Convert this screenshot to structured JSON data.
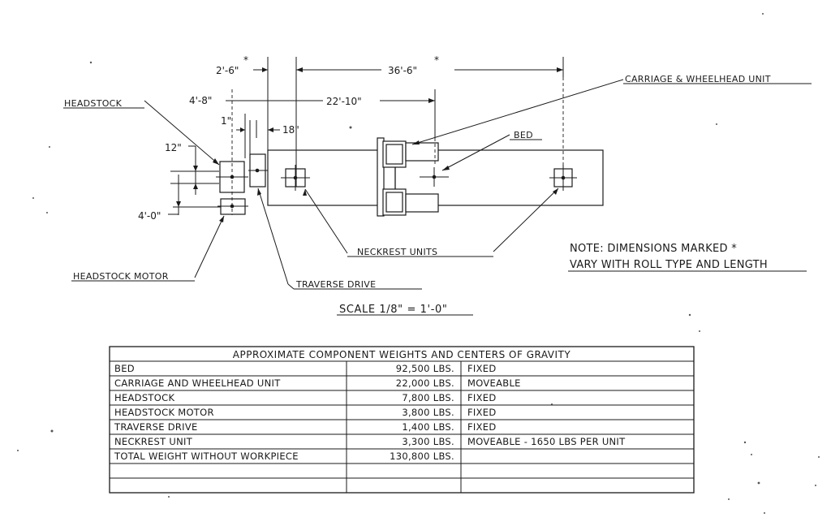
{
  "diagram": {
    "labels": {
      "headstock": "HEADSTOCK",
      "carriage": "CARRIAGE & WHEELHEAD UNIT",
      "bed": "BED",
      "neckrest": "NECKREST UNITS",
      "headstock_motor": "HEADSTOCK MOTOR",
      "traverse_drive": "TRAVERSE DRIVE"
    },
    "dimensions": {
      "d1": "2'-6\"",
      "d2": "36'-6\"",
      "d3": "4'-8\"",
      "d4": "22'-10\"",
      "d5": "1\"",
      "d6": "18\"",
      "d7": "12\"",
      "d8": "4'-0\"",
      "star": "*"
    },
    "note": {
      "line1": "NOTE: DIMENSIONS MARKED *",
      "line2": "VARY WITH ROLL TYPE AND LENGTH"
    },
    "scale": "SCALE 1/8\" = 1'-0\""
  },
  "table": {
    "title": "APPROXIMATE COMPONENT WEIGHTS AND CENTERS OF GRAVITY",
    "rows": [
      {
        "component": "BED",
        "weight": "92,500 LBS.",
        "remark": "FIXED"
      },
      {
        "component": "CARRIAGE AND WHEELHEAD UNIT",
        "weight": "22,000 LBS.",
        "remark": "MOVEABLE"
      },
      {
        "component": "HEADSTOCK",
        "weight": "7,800 LBS.",
        "remark": "FIXED"
      },
      {
        "component": "HEADSTOCK MOTOR",
        "weight": "3,800 LBS.",
        "remark": "FIXED"
      },
      {
        "component": "TRAVERSE DRIVE",
        "weight": "1,400 LBS.",
        "remark": "FIXED"
      },
      {
        "component": "NECKREST UNIT",
        "weight": "3,300 LBS.",
        "remark": "MOVEABLE - 1650 LBS PER UNIT"
      },
      {
        "component": "TOTAL WEIGHT WITHOUT WORKPIECE",
        "weight": "130,800 LBS.",
        "remark": ""
      },
      {
        "component": "",
        "weight": "",
        "remark": ""
      },
      {
        "component": "",
        "weight": "",
        "remark": ""
      }
    ]
  }
}
